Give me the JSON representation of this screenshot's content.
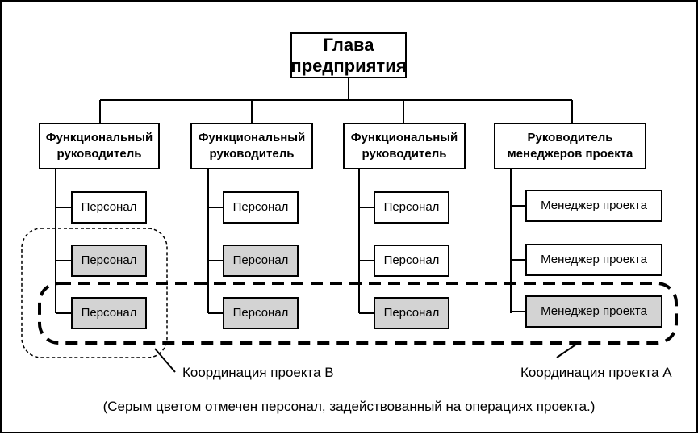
{
  "head": {
    "label": "Глава предприятия"
  },
  "managers": [
    {
      "label": "Функциональный руководитель"
    },
    {
      "label": "Функциональный руководитель"
    },
    {
      "label": "Функциональный руководитель"
    },
    {
      "label": "Руководитель менеджеров проекта"
    }
  ],
  "columns": [
    {
      "items": [
        {
          "label": "Персонал",
          "highlighted": false
        },
        {
          "label": "Персонал",
          "highlighted": true
        },
        {
          "label": "Персонал",
          "highlighted": true
        }
      ]
    },
    {
      "items": [
        {
          "label": "Персонал",
          "highlighted": false
        },
        {
          "label": "Персонал",
          "highlighted": true
        },
        {
          "label": "Персонал",
          "highlighted": true
        }
      ]
    },
    {
      "items": [
        {
          "label": "Персонал",
          "highlighted": false
        },
        {
          "label": "Персонал",
          "highlighted": false
        },
        {
          "label": "Персонал",
          "highlighted": true
        }
      ]
    },
    {
      "items": [
        {
          "label": "Менеджер проекта",
          "highlighted": false
        },
        {
          "label": "Менеджер проекта",
          "highlighted": false
        },
        {
          "label": "Менеджер проекта",
          "highlighted": true
        }
      ]
    }
  ],
  "coordination": {
    "project_b": "Координация проекта В",
    "project_a": "Координация проекта А"
  },
  "note": "(Серым цветом отмечен персонал, задействованный на операциях проекта.)",
  "colors": {
    "highlight": "#d3d3d3",
    "line": "#000000",
    "background": "#ffffff"
  }
}
